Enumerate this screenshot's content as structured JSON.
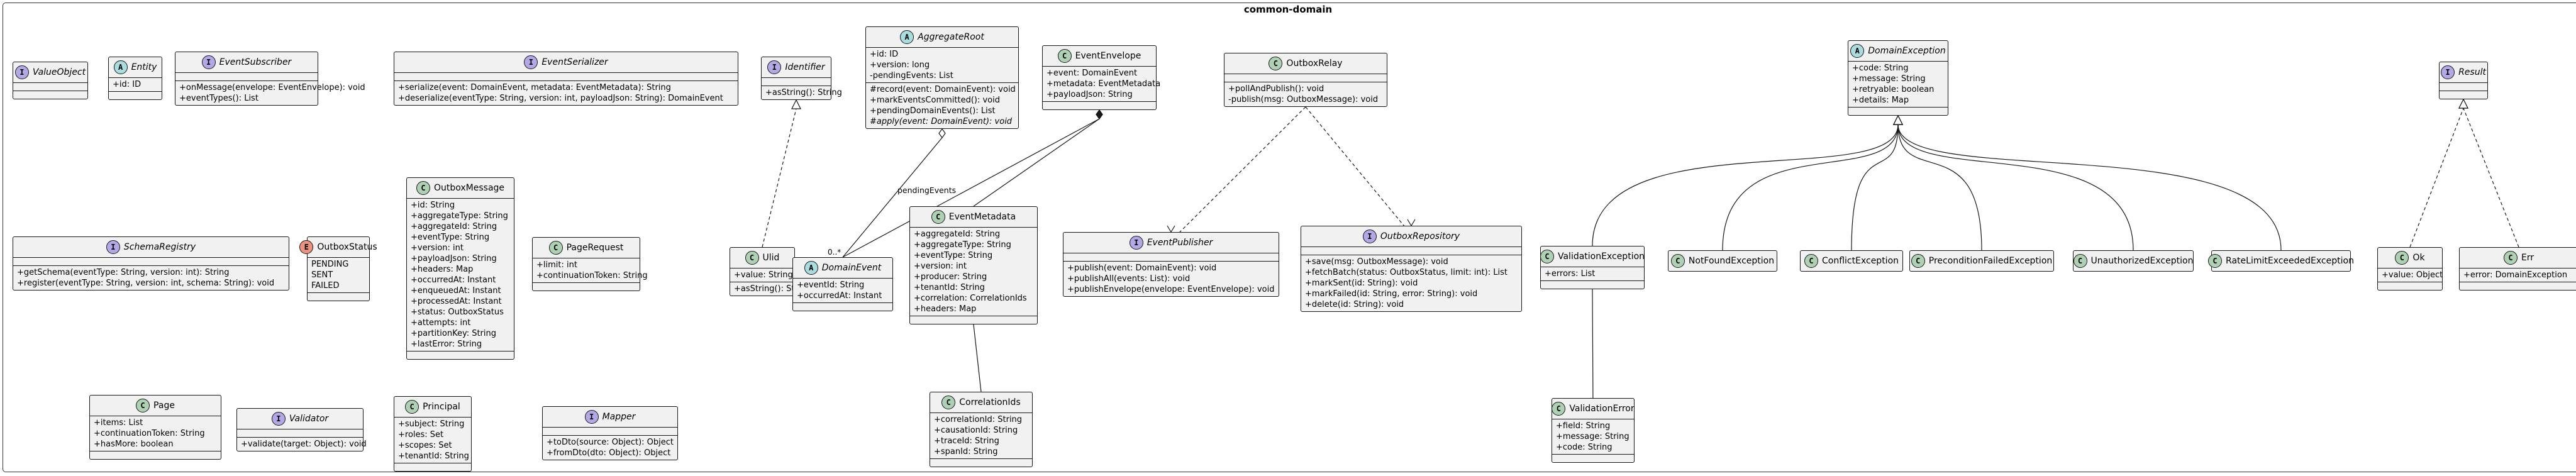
{
  "package": {
    "title": "common-domain"
  },
  "classes": [
    {
      "id": "ValueObject",
      "kind": "I",
      "name": "ValueObject",
      "italic": true,
      "sections": [
        [],
        []
      ]
    },
    {
      "id": "Entity",
      "kind": "A",
      "name": "Entity",
      "italic": true,
      "sections": [
        [
          "+id: ID"
        ],
        []
      ]
    },
    {
      "id": "EventSubscriber",
      "kind": "I",
      "name": "EventSubscriber",
      "italic": true,
      "sections": [
        [],
        [
          "+onMessage(envelope: EventEnvelope): void",
          "+eventTypes(): List"
        ]
      ]
    },
    {
      "id": "EventSerializer",
      "kind": "I",
      "name": "EventSerializer",
      "italic": true,
      "sections": [
        [],
        [
          "+serialize(event: DomainEvent, metadata: EventMetadata): String",
          "+deserialize(eventType: String, version: int, payloadJson: String): DomainEvent"
        ]
      ]
    },
    {
      "id": "Identifier",
      "kind": "I",
      "name": "Identifier",
      "italic": true,
      "sections": [
        [],
        [
          "+asString(): String"
        ]
      ]
    },
    {
      "id": "AggregateRoot",
      "kind": "A",
      "name": "AggregateRoot",
      "italic": true,
      "sections": [
        [
          "+id: ID",
          "+version: long",
          "-pendingEvents: List"
        ],
        [
          "#record(event: DomainEvent): void",
          "+markEventsCommitted(): void",
          "+pendingDomainEvents(): List",
          "#apply(event: DomainEvent): void"
        ]
      ],
      "italicMembers": [
        "#apply(event: DomainEvent): void"
      ]
    },
    {
      "id": "EventEnvelope",
      "kind": "C",
      "name": "EventEnvelope",
      "italic": false,
      "sections": [
        [
          "+event: DomainEvent",
          "+metadata: EventMetadata",
          "+payloadJson: String"
        ],
        []
      ]
    },
    {
      "id": "OutboxRelay",
      "kind": "C",
      "name": "OutboxRelay",
      "italic": false,
      "sections": [
        [],
        [
          "+pollAndPublish(): void",
          "-publish(msg: OutboxMessage): void"
        ]
      ]
    },
    {
      "id": "DomainException",
      "kind": "A",
      "name": "DomainException",
      "italic": true,
      "sections": [
        [
          "+code: String",
          "+message: String",
          "+retryable: boolean",
          "+details: Map"
        ],
        []
      ]
    },
    {
      "id": "Result",
      "kind": "I",
      "name": "Result",
      "italic": true,
      "sections": [
        [],
        []
      ]
    },
    {
      "id": "SchemaRegistry",
      "kind": "I",
      "name": "SchemaRegistry",
      "italic": true,
      "sections": [
        [],
        [
          "+getSchema(eventType: String, version: int): String",
          "+register(eventType: String, version: int, schema: String): void"
        ]
      ]
    },
    {
      "id": "OutboxStatus",
      "kind": "E",
      "name": "OutboxStatus",
      "italic": false,
      "sections": [
        [
          "PENDING",
          "SENT",
          "FAILED"
        ],
        []
      ]
    },
    {
      "id": "OutboxMessage",
      "kind": "C",
      "name": "OutboxMessage",
      "italic": false,
      "sections": [
        [
          "+id: String",
          "+aggregateType: String",
          "+aggregateId: String",
          "+eventType: String",
          "+version: int",
          "+payloadJson: String",
          "+headers: Map",
          "+occurredAt: Instant",
          "+enqueuedAt: Instant",
          "+processedAt: Instant",
          "+status: OutboxStatus",
          "+attempts: int",
          "+partitionKey: String",
          "+lastError: String"
        ],
        []
      ]
    },
    {
      "id": "PageRequest",
      "kind": "C",
      "name": "PageRequest",
      "italic": false,
      "sections": [
        [
          "+limit: int",
          "+continuationToken: String"
        ],
        []
      ]
    },
    {
      "id": "Ulid",
      "kind": "C",
      "name": "Ulid",
      "italic": false,
      "sections": [
        [
          "+value: String"
        ],
        [
          "+asString(): String"
        ]
      ]
    },
    {
      "id": "DomainEvent",
      "kind": "A",
      "name": "DomainEvent",
      "italic": true,
      "sections": [
        [
          "+eventId: String",
          "+occurredAt: Instant"
        ],
        []
      ]
    },
    {
      "id": "EventMetadata",
      "kind": "C",
      "name": "EventMetadata",
      "italic": false,
      "sections": [
        [
          "+aggregateId: String",
          "+aggregateType: String",
          "+eventType: String",
          "+version: int",
          "+producer: String",
          "+tenantId: String",
          "+correlation: CorrelationIds",
          "+headers: Map"
        ],
        []
      ]
    },
    {
      "id": "EventPublisher",
      "kind": "I",
      "name": "EventPublisher",
      "italic": true,
      "sections": [
        [],
        [
          "+publish(event: DomainEvent): void",
          "+publishAll(events: List): void",
          "+publishEnvelope(envelope: EventEnvelope): void"
        ]
      ]
    },
    {
      "id": "OutboxRepository",
      "kind": "I",
      "name": "OutboxRepository",
      "italic": true,
      "sections": [
        [],
        [
          "+save(msg: OutboxMessage): void",
          "+fetchBatch(status: OutboxStatus, limit: int): List",
          "+markSent(id: String): void",
          "+markFailed(id: String, error: String): void",
          "+delete(id: String): void"
        ]
      ]
    },
    {
      "id": "ValidationException",
      "kind": "C",
      "name": "ValidationException",
      "italic": false,
      "sections": [
        [
          "+errors: List"
        ],
        []
      ]
    },
    {
      "id": "NotFoundException",
      "kind": "C",
      "name": "NotFoundException",
      "italic": false,
      "sections": []
    },
    {
      "id": "ConflictException",
      "kind": "C",
      "name": "ConflictException",
      "italic": false,
      "sections": []
    },
    {
      "id": "PreconditionFailedException",
      "kind": "C",
      "name": "PreconditionFailedException",
      "italic": false,
      "sections": []
    },
    {
      "id": "UnauthorizedException",
      "kind": "C",
      "name": "UnauthorizedException",
      "italic": false,
      "sections": []
    },
    {
      "id": "RateLimitExceededException",
      "kind": "C",
      "name": "RateLimitExceededException",
      "italic": false,
      "sections": []
    },
    {
      "id": "Ok",
      "kind": "C",
      "name": "Ok",
      "italic": false,
      "sections": [
        [
          "+value: Object"
        ],
        []
      ]
    },
    {
      "id": "Err",
      "kind": "C",
      "name": "Err",
      "italic": false,
      "sections": [
        [
          "+error: DomainException"
        ],
        []
      ]
    },
    {
      "id": "CorrelationIds",
      "kind": "C",
      "name": "CorrelationIds",
      "italic": false,
      "sections": [
        [
          "+correlationId: String",
          "+causationId: String",
          "+traceId: String",
          "+spanId: String"
        ],
        []
      ]
    },
    {
      "id": "ValidationError",
      "kind": "C",
      "name": "ValidationError",
      "italic": false,
      "sections": [
        [
          "+field: String",
          "+message: String",
          "+code: String"
        ],
        []
      ]
    },
    {
      "id": "Page",
      "kind": "C",
      "name": "Page",
      "italic": false,
      "sections": [
        [
          "+items: List",
          "+continuationToken: String",
          "+hasMore: boolean"
        ],
        []
      ]
    },
    {
      "id": "Validator",
      "kind": "I",
      "name": "Validator",
      "italic": true,
      "sections": [
        [],
        [
          "+validate(target: Object): void"
        ]
      ]
    },
    {
      "id": "Principal",
      "kind": "C",
      "name": "Principal",
      "italic": false,
      "sections": [
        [
          "+subject: String",
          "+roles: Set",
          "+scopes: Set",
          "+tenantId: String"
        ],
        []
      ]
    },
    {
      "id": "Mapper",
      "kind": "I",
      "name": "Mapper",
      "italic": true,
      "sections": [
        [],
        [
          "+toDto(source: Object): Object",
          "+fromDto(dto: Object): Object"
        ]
      ]
    }
  ],
  "relations": [
    {
      "from": "Ulid",
      "to": "Identifier",
      "type": "realization"
    },
    {
      "from": "DomainEvent",
      "to": "AggregateRoot",
      "type": "aggregation",
      "label": "pendingEvents",
      "multiplicity": "0..*"
    },
    {
      "from": "DomainEvent",
      "to": "EventEnvelope",
      "type": "aggregation"
    },
    {
      "from": "EventMetadata",
      "to": "EventEnvelope",
      "type": "composition"
    },
    {
      "from": "EventMetadata",
      "to": "CorrelationIds",
      "type": "association"
    },
    {
      "from": "OutboxRelay",
      "to": "EventPublisher",
      "type": "dependency"
    },
    {
      "from": "OutboxRelay",
      "to": "OutboxRepository",
      "type": "dependency"
    },
    {
      "from": "ValidationException",
      "to": "DomainException",
      "type": "generalization"
    },
    {
      "from": "NotFoundException",
      "to": "DomainException",
      "type": "generalization"
    },
    {
      "from": "ConflictException",
      "to": "DomainException",
      "type": "generalization"
    },
    {
      "from": "PreconditionFailedException",
      "to": "DomainException",
      "type": "generalization"
    },
    {
      "from": "UnauthorizedException",
      "to": "DomainException",
      "type": "generalization"
    },
    {
      "from": "RateLimitExceededException",
      "to": "DomainException",
      "type": "generalization"
    },
    {
      "from": "Ok",
      "to": "Result",
      "type": "realization"
    },
    {
      "from": "Err",
      "to": "Result",
      "type": "realization"
    },
    {
      "from": "ValidationException",
      "to": "ValidationError",
      "type": "aggregation"
    }
  ],
  "colors": {
    "class_bg": "#f1f1f1",
    "border": "#181818",
    "badge_class": "#add1b2",
    "badge_abstract": "#a9dcdf",
    "badge_interface": "#b4a7e5",
    "badge_enum": "#eb937f"
  }
}
